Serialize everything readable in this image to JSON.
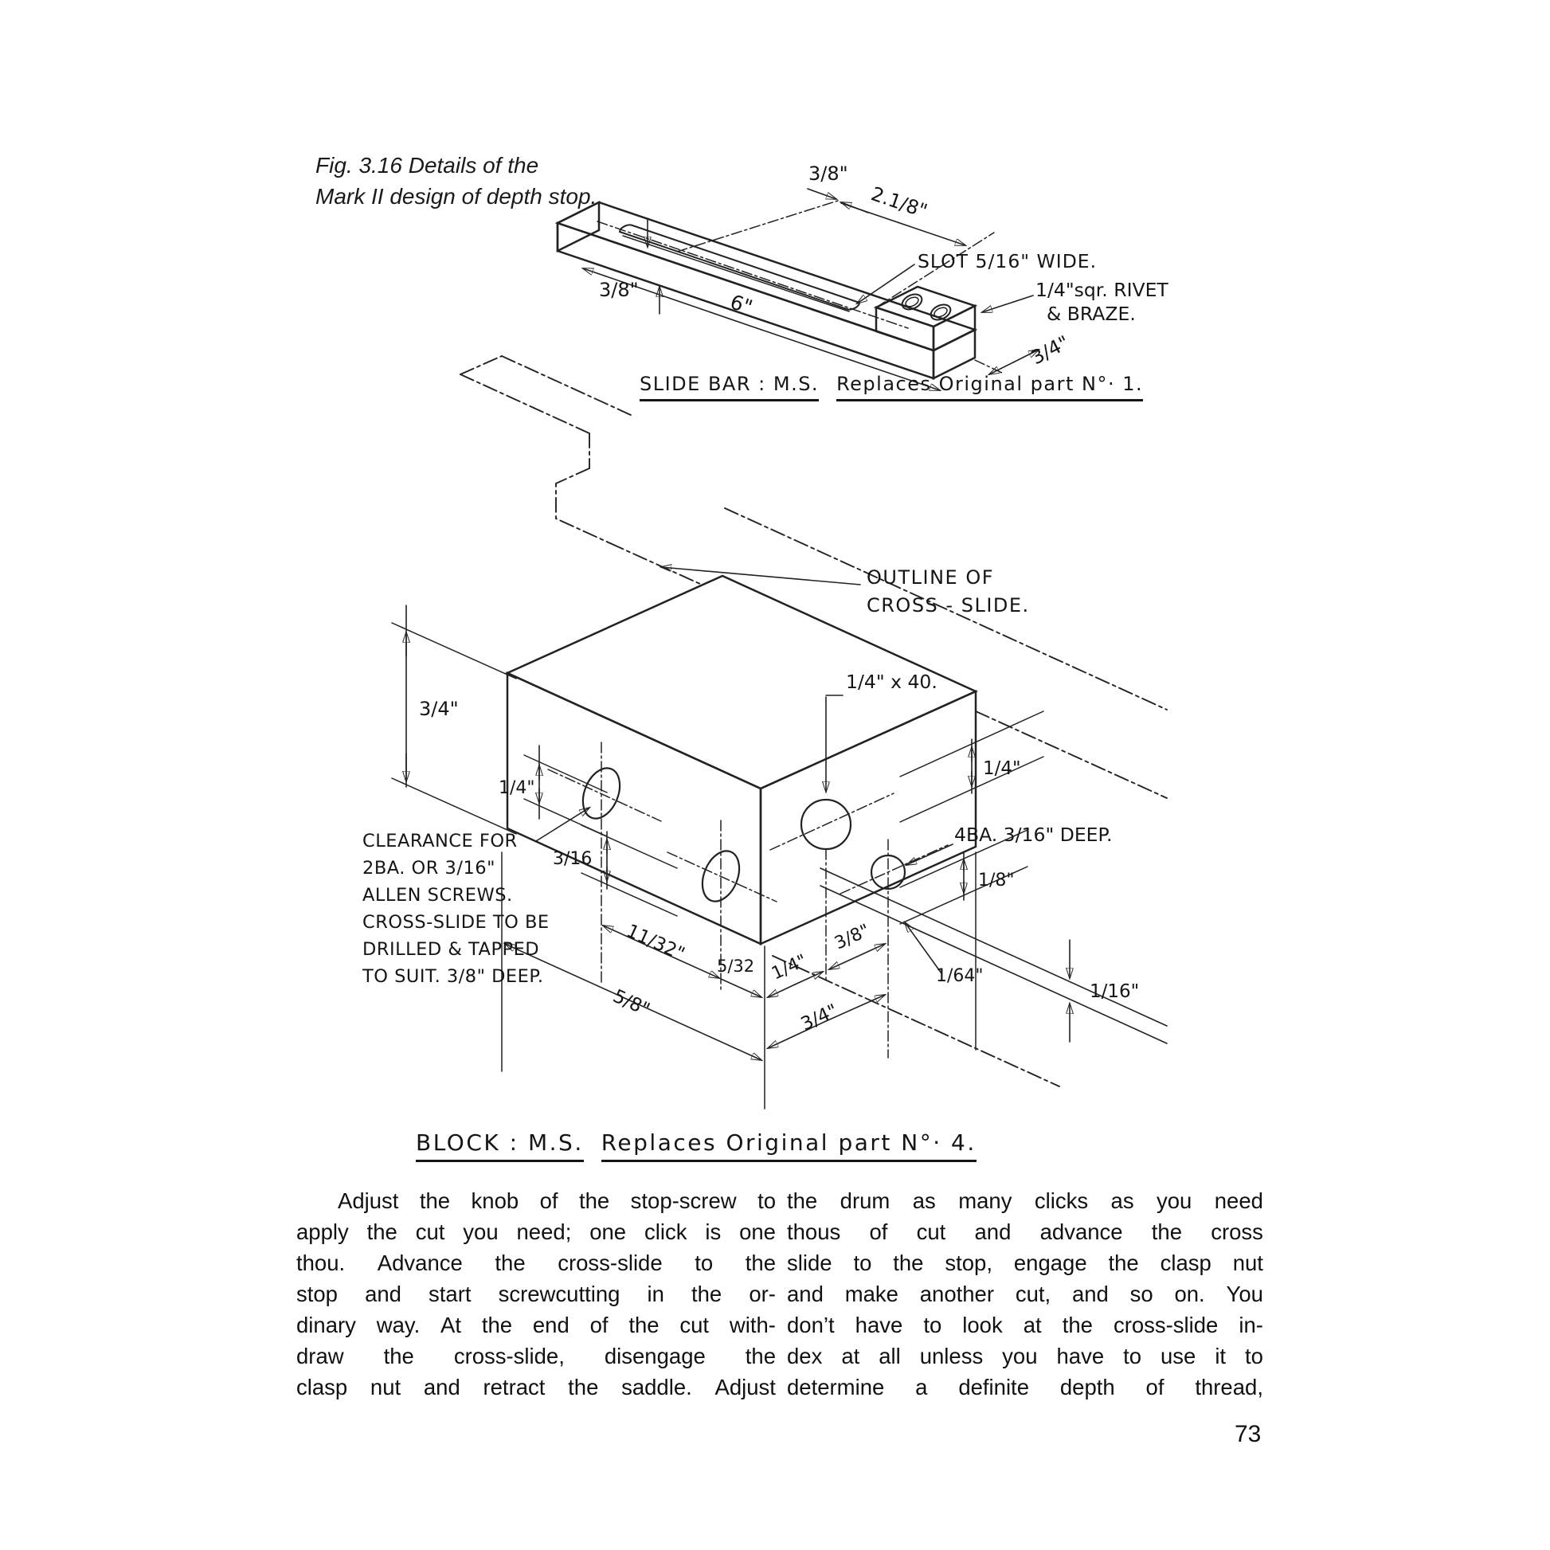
{
  "caption": {
    "line1": "Fig. 3.16  Details of the",
    "line2": "Mark II design of depth stop."
  },
  "slide_bar_drawing": {
    "dims": {
      "top_3_8": "3/8\"",
      "top_2_1_8": "2.1/8\"",
      "slot_note": "SLOT 5/16\" WIDE.",
      "rivet_note_1": "1/4\"sqr. RIVET",
      "rivet_note_2": "&  BRAZE.",
      "left_3_8": "3/8\"",
      "length_6": "6\"",
      "end_3_4": "3/4\""
    },
    "title_part": "SLIDE BAR : M.S.",
    "title_desc": "Replaces Original part N°· 1."
  },
  "block_drawing": {
    "outline_label_1": "OUTLINE OF",
    "outline_label_2": "CROSS - SLIDE.",
    "dims": {
      "height_3_4": "3/4\"",
      "left_1_4": "1/4\"",
      "face_3_16": "3/16",
      "bottom_11_32": "11/32\"",
      "bottom_5_32": "5/32",
      "bottom_1_4": "1/4\"",
      "bottom_3_8": "3/8\"",
      "bottom_5_8": "5/8\"",
      "bottom_3_4": "3/4\"",
      "clearance_1_64": "1/64\"",
      "clearance_1_16": "1/16\"",
      "right_1_4": "1/4\"",
      "right_1_8": "1/8\"",
      "thread_note": "1/4\" x 40.",
      "ba_note": "4BA.  3/16\" DEEP."
    },
    "clearance_note": [
      "CLEARANCE FOR",
      "2BA. OR  3/16\"",
      "ALLEN SCREWS.",
      "CROSS-SLIDE TO BE",
      "DRILLED & TAPPED",
      "TO SUIT.  3/8\" DEEP."
    ],
    "title_part": "BLOCK : M.S.",
    "title_desc": "Replaces Original part N°· 4."
  },
  "body_text": {
    "column1": [
      "Adjust the knob of the stop-screw to",
      "apply the cut you need; one click is one",
      "thou. Advance the cross-slide to the",
      "stop and start screwcutting in the or-",
      "dinary way. At the end of the cut with-",
      "draw the cross-slide, disengage the",
      "clasp nut and retract the saddle. Adjust"
    ],
    "column2": [
      "the drum as many clicks as you need",
      "thous of cut and advance the cross",
      "slide to the stop, engage the clasp nut",
      "and make another cut, and so on. You",
      "don’t have to look at the cross-slide in-",
      "dex at all unless you have to use it to",
      "determine a definite depth of thread,"
    ]
  },
  "page_number": "73"
}
